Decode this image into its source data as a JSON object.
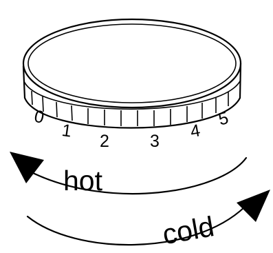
{
  "knob": {
    "scale_labels": [
      "0",
      "1",
      "2",
      "3",
      "4",
      "5"
    ]
  },
  "arrows": {
    "hot_label": "hot",
    "cold_label": "cold"
  },
  "colors": {
    "ink": "#000000",
    "background": "#ffffff"
  }
}
